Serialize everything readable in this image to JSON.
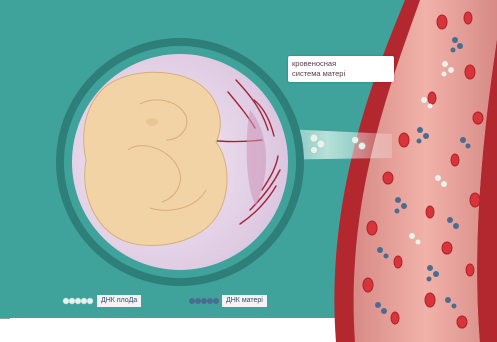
{
  "diagram": {
    "callout": {
      "line1": "кровеносная",
      "line2": "система матері"
    },
    "legend": [
      {
        "icon": "fetal-dna-icon",
        "label": "ДНК плоДа"
      },
      {
        "icon": "maternal-dna-icon",
        "label": "ДНК матері"
      }
    ]
  },
  "colors": {
    "background": "#3fa39c",
    "womb_ring": "#2e7f7a",
    "womb_fill": "#e9d9ec",
    "fetus": "#f2d3a6",
    "vessel_outer": "#b3272e",
    "vessel_inner": "#e8978f",
    "red_cell": "#d8353b",
    "fetal_dna": "#e7f2ea",
    "maternal_dna": "#4b6c8f"
  }
}
